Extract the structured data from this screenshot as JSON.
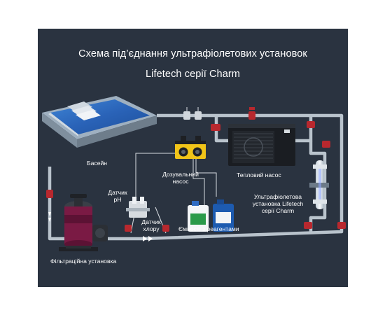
{
  "title": {
    "line1": "Схема під’єднання ультрафіолетових установок",
    "line2": "Lifetech серії Charm"
  },
  "components": {
    "pool": "Басейн",
    "dosing_pump": "Дозувальний насос",
    "heat_pump": "Тепловий насос",
    "ph_sensor": "Датчик pH",
    "chlorine_sensor": "Датчик хлору",
    "reagent_tanks": "Ємності з реагентами",
    "uv_unit": "Ультрафіолетова установка Lifetech серії Charm",
    "filter_unit": "Фільтраційна установка"
  },
  "colors": {
    "background": "#2a3340",
    "pipe": "#b9c3cc",
    "valve": "#b8282e",
    "text": "#ffffff"
  },
  "icons": [
    "pool-icon",
    "heat-pump-icon",
    "dosing-pump-icon",
    "uv-lamp-icon",
    "sand-filter-icon",
    "canister-icon",
    "sensor-icon",
    "valve-icon",
    "flow-arrow-icon"
  ]
}
